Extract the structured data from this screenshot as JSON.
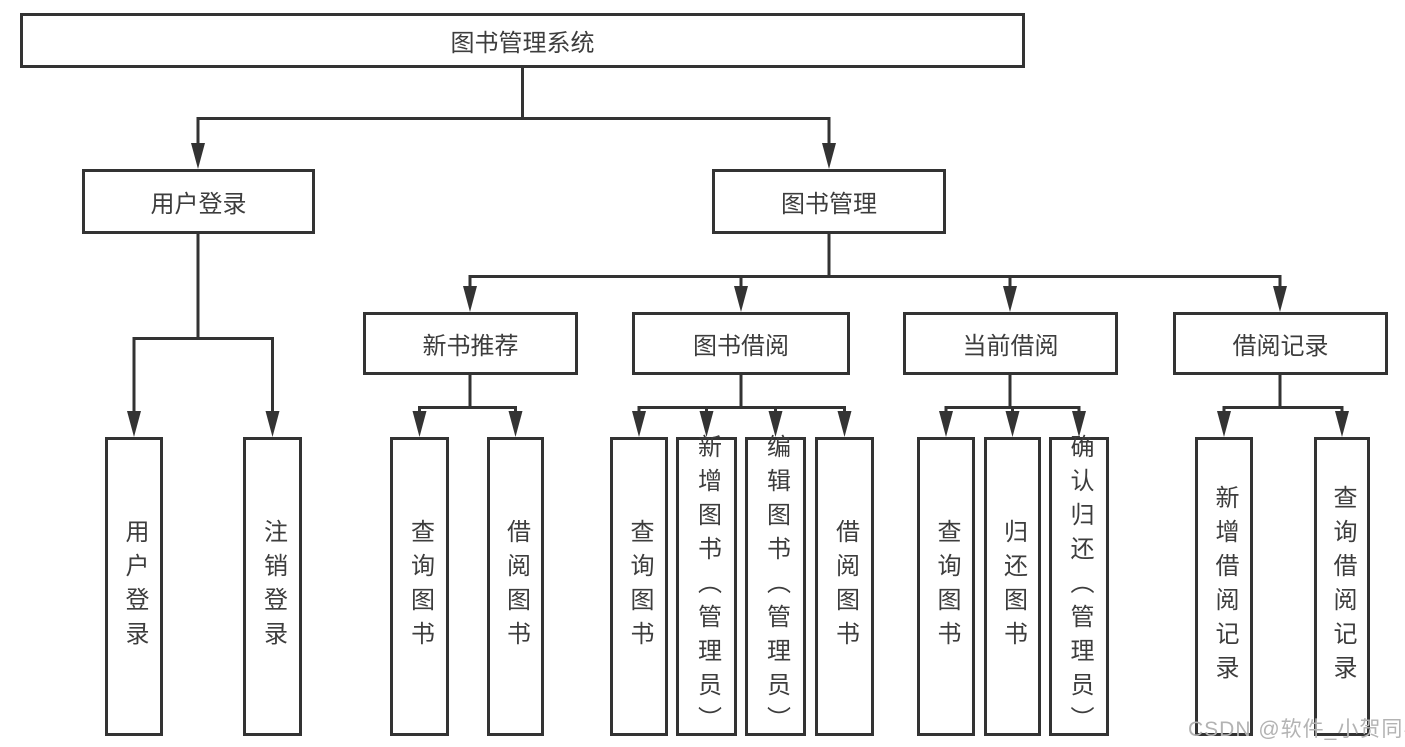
{
  "tree": {
    "label": "图书管理系统",
    "children": [
      {
        "label": "用户登录",
        "children": [
          {
            "label": "用户登录"
          },
          {
            "label": "注销登录"
          }
        ]
      },
      {
        "label": "图书管理",
        "children": [
          {
            "label": "新书推荐",
            "children": [
              {
                "label": "查询图书"
              },
              {
                "label": "借阅图书"
              }
            ]
          },
          {
            "label": "图书借阅",
            "children": [
              {
                "label": "查询图书"
              },
              {
                "label": "新增图书（管理员）"
              },
              {
                "label": "编辑图书（管理员）"
              },
              {
                "label": "借阅图书"
              }
            ]
          },
          {
            "label": "当前借阅",
            "children": [
              {
                "label": "查询图书"
              },
              {
                "label": "归还图书"
              },
              {
                "label": "确认归还（管理员）"
              }
            ]
          },
          {
            "label": "借阅记录",
            "children": [
              {
                "label": "新增借阅记录"
              },
              {
                "label": "查询借阅记录"
              }
            ]
          }
        ]
      }
    ]
  },
  "watermark": "CSDN @软件_小贺同学",
  "colors": {
    "line": "#333333",
    "box_border": "#333333",
    "text": "#3d3d3d",
    "watermark": "#b3b3b3",
    "background": "#ffffff"
  }
}
